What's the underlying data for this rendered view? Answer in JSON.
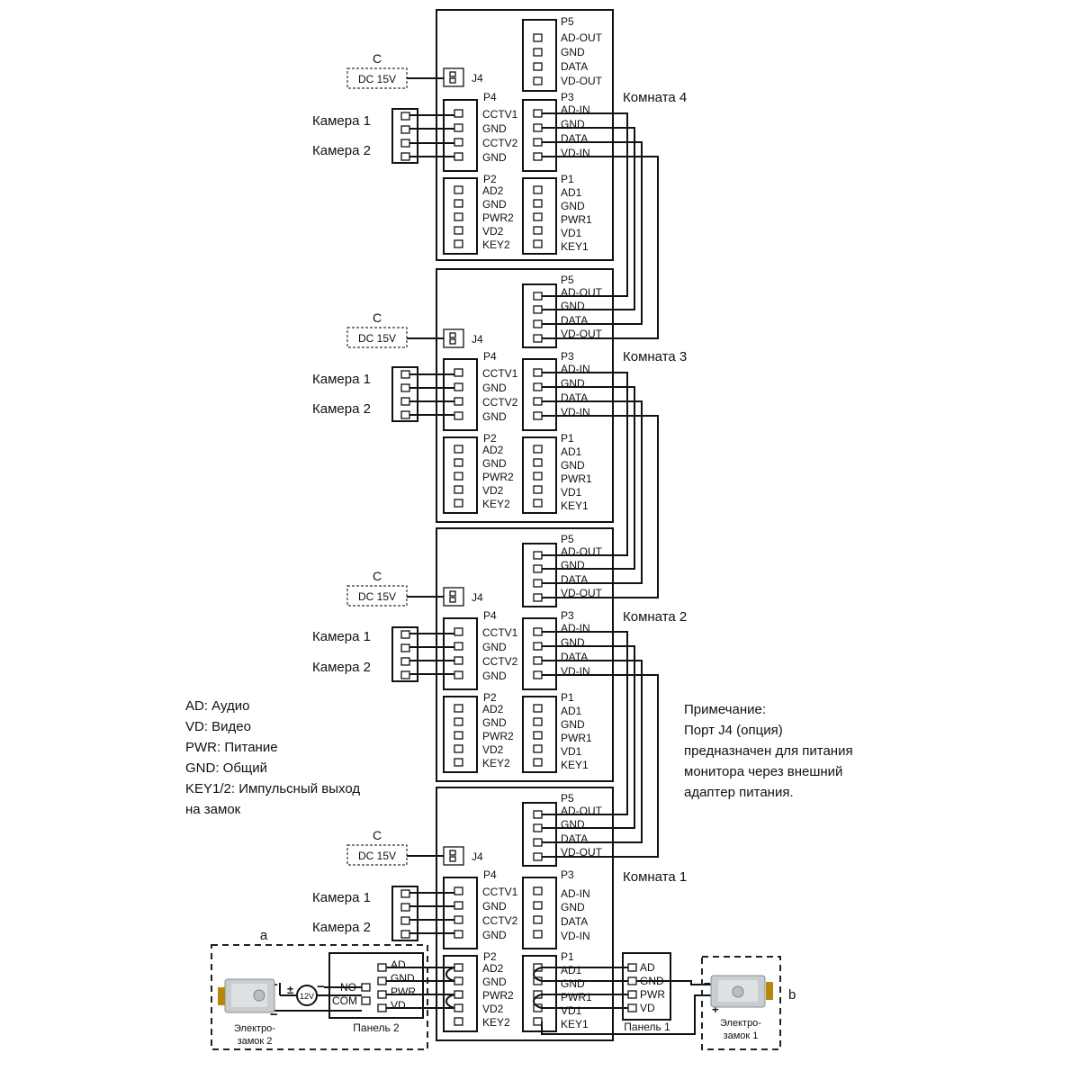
{
  "colors": {
    "line": "#111111",
    "lock_body": "#c8cdd2",
    "lock_bolt": "#b8860b"
  },
  "rooms": [
    {
      "label": "Комната 4",
      "j4": "J4",
      "dc": "DC 15V",
      "c": "C"
    },
    {
      "label": "Комната 3",
      "j4": "J4",
      "dc": "DC 15V",
      "c": "C"
    },
    {
      "label": "Комната 2",
      "j4": "J4",
      "dc": "DC 15V",
      "c": "C"
    },
    {
      "label": "Комната 1",
      "j4": "J4",
      "dc": "DC 15V",
      "c": "C"
    }
  ],
  "connectors": {
    "p5": {
      "name": "P5",
      "pins": [
        "AD-OUT",
        "GND",
        "DATA",
        "VD-OUT"
      ]
    },
    "p3": {
      "name": "P3",
      "pins": [
        "AD-IN",
        "GND",
        "DATA",
        "VD-IN"
      ]
    },
    "p4": {
      "name": "P4",
      "pins": [
        "CCTV1",
        "GND",
        "CCTV2",
        "GND"
      ]
    },
    "p2": {
      "name": "P2",
      "pins": [
        "AD2",
        "GND",
        "PWR2",
        "VD2",
        "KEY2"
      ]
    },
    "p1": {
      "name": "P1",
      "pins": [
        "AD1",
        "GND",
        "PWR1",
        "VD1",
        "KEY1"
      ]
    }
  },
  "cameras": [
    "Камера 1",
    "Камера 2"
  ],
  "legend": [
    "AD: Аудио",
    "VD: Видео",
    "PWR: Питание",
    "GND: Общий",
    "KEY1/2: Импульсный выход",
    "на замок"
  ],
  "note": [
    "Примечание:",
    "Порт J4 (опция)",
    "предназначен для питания",
    "монитора через внешний",
    "адаптер питания."
  ],
  "panel1": {
    "title": "Панель 1",
    "pins": [
      "AD",
      "GND",
      "PWR",
      "VD"
    ]
  },
  "panel2": {
    "title": "Панель 2",
    "pins": [
      "AD",
      "GND",
      "PWR",
      "VD"
    ],
    "no": "NO",
    "com": "COM",
    "psu": "12V"
  },
  "lock1": {
    "line1": "Электро-",
    "line2": "замок 1",
    "tag": "b"
  },
  "lock2": {
    "line1": "Электро-",
    "line2": "замок 2",
    "tag": "a"
  }
}
